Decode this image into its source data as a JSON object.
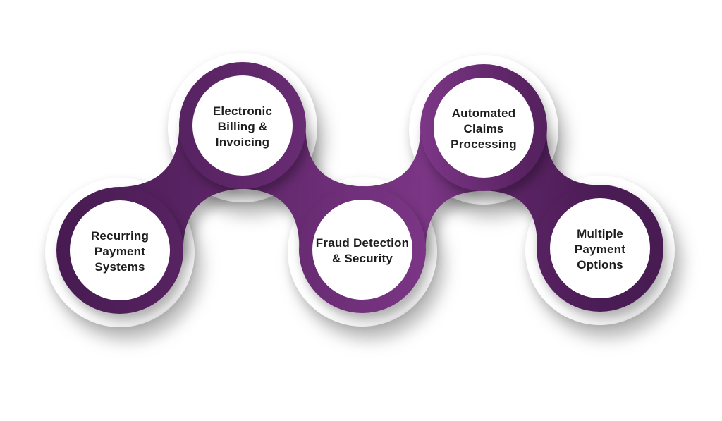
{
  "diagram": {
    "nodes": [
      {
        "label": "Recurring\nPayment\nSystems"
      },
      {
        "label": "Electronic\nBilling &\nInvoicing"
      },
      {
        "label": "Fraud Detection\n& Security"
      },
      {
        "label": "Automated\nClaims\nProcessing"
      },
      {
        "label": "Multiple\nPayment\nOptions"
      }
    ],
    "colors": {
      "background": "#ffffff",
      "text": "#1d1d1d",
      "inner_circle": "#ffffff",
      "bevel_face": "#ffffff",
      "bevel_mid": "#f2f2f2",
      "bevel_rim": "#c6c6c6",
      "chain_stops": [
        {
          "color": "#451a4f"
        },
        {
          "color": "#5e2668"
        },
        {
          "color": "#7b3685"
        },
        {
          "color": "#5a2363"
        },
        {
          "color": "#4a1c55"
        },
        {
          "color": "#471b52"
        }
      ]
    }
  }
}
